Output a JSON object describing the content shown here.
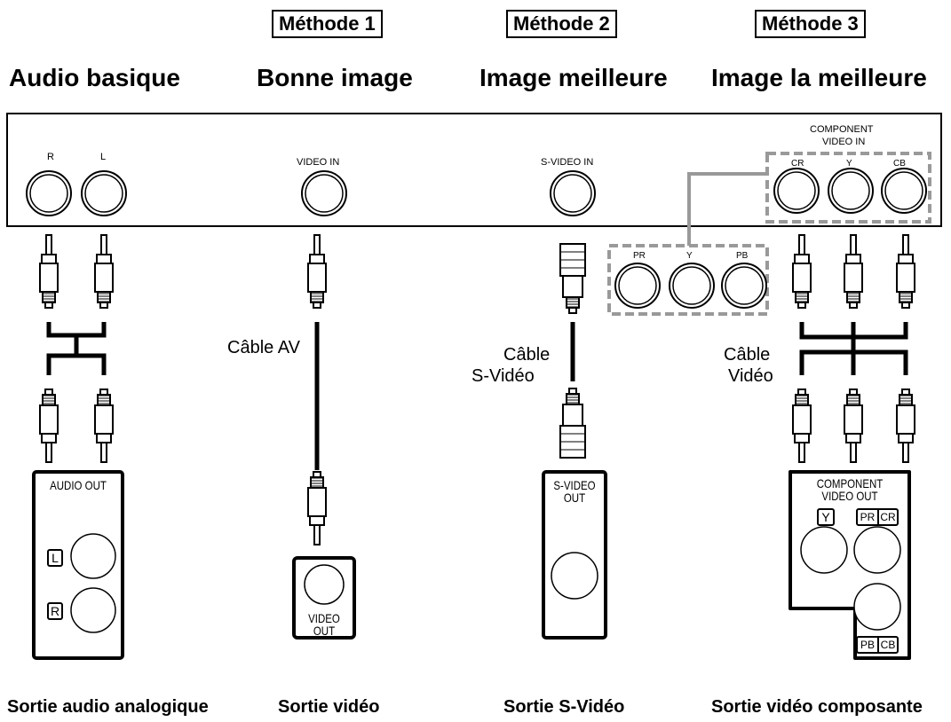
{
  "methods": {
    "m1": "Méthode 1",
    "m2": "Méthode 2",
    "m3": "Méthode 3"
  },
  "headings": {
    "audio": "Audio basique",
    "good": "Bonne image",
    "better": "Image meilleure",
    "best": "Image la meilleure"
  },
  "tv_panel": {
    "audio_r": "R",
    "audio_l": "L",
    "video_in": "VIDEO IN",
    "svideo_in": "S-VIDEO IN",
    "component_title_1": "COMPONENT",
    "component_title_2": "VIDEO IN",
    "comp_cr": "CR",
    "comp_y": "Y",
    "comp_cb": "CB"
  },
  "alt_jacks": {
    "pr": "PR",
    "y": "Y",
    "pb": "PB"
  },
  "cables": {
    "av": "Câble AV",
    "svideo_1": "Câble",
    "svideo_2": "S-Vidéo",
    "video_1": "Câble",
    "video_2": "Vidéo"
  },
  "player": {
    "audio_out": "AUDIO OUT",
    "badge_l": "L",
    "badge_r": "R",
    "video_out_1": "VIDEO",
    "video_out_2": "OUT",
    "svideo_out_1": "S-VIDEO",
    "svideo_out_2": "OUT",
    "comp_out_1": "COMPONENT",
    "comp_out_2": "VIDEO OUT",
    "badge_y": "Y",
    "badge_pr": "PR",
    "badge_cr": "CR",
    "badge_pb": "PB",
    "badge_cb": "CB"
  },
  "footers": {
    "audio": "Sortie audio analogique",
    "video": "Sortie vidéo",
    "svideo": "Sortie S-Vidéo",
    "component": "Sortie vidéo composante"
  }
}
